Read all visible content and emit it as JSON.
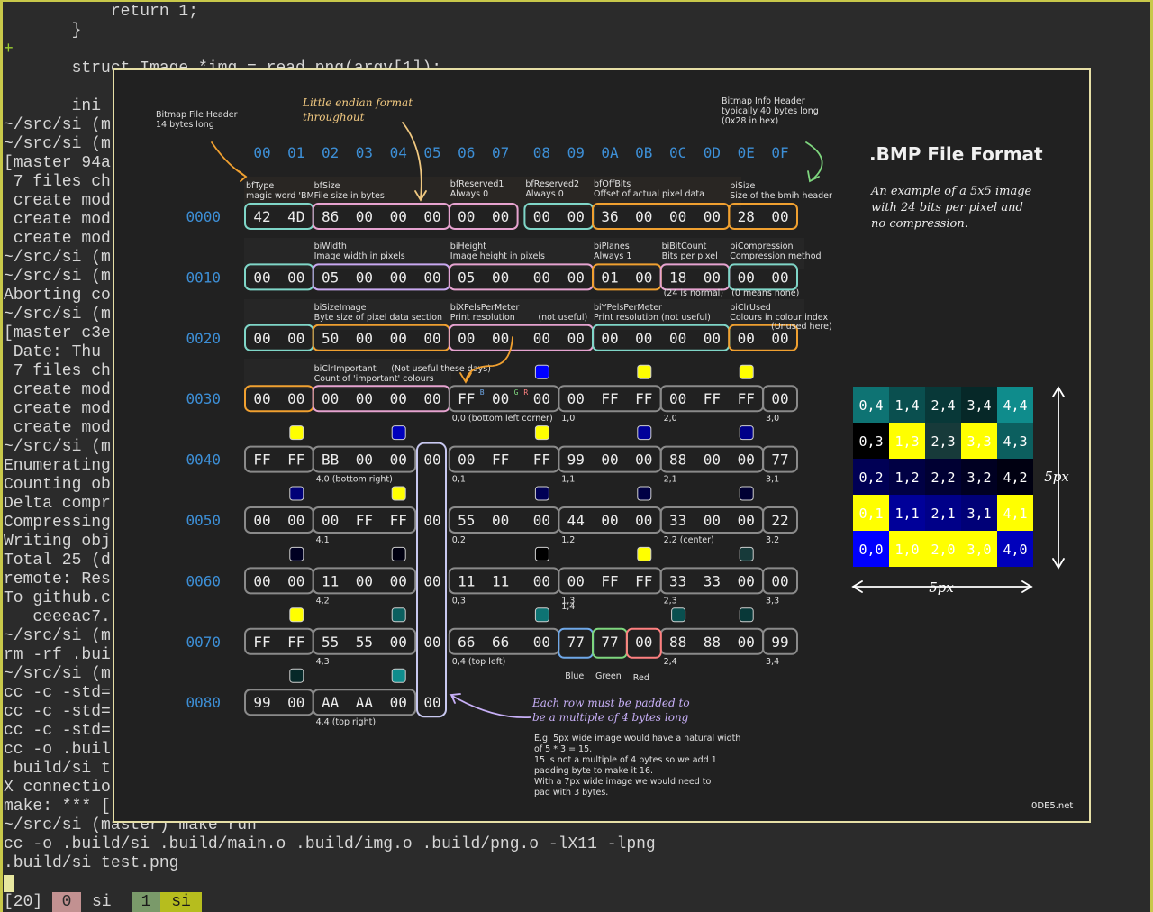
{
  "terminal": {
    "lines": [
      "           return 1;",
      "       }",
      "+",
      "       struct Image *img = read_png(argv[1]);",
      "",
      "       ini",
      "~/src/si (m",
      "~/src/si (m",
      "[master 94a",
      " 7 files ch",
      " create mod",
      " create mod",
      " create mod",
      "~/src/si (m",
      "~/src/si (m",
      "Aborting co",
      "~/src/si (m",
      "[master c3e",
      " Date: Thu ",
      " 7 files ch",
      " create mod",
      " create mod",
      " create mod",
      "~/src/si (m",
      "Enumerating",
      "Counting ob",
      "Delta compr",
      "Compressing",
      "Writing obj",
      "Total 25 (d",
      "remote: Res",
      "To github.c",
      "   ceeeac7.",
      "~/src/si (m",
      "rm -rf .bui",
      "~/src/si (m",
      "cc -c -std=",
      "cc -c -std=",
      "cc -c -std=",
      "cc -o .buil",
      ".build/si t",
      "X connectio",
      "make: *** [",
      "~/src/si (master) make run",
      "cc -o .build/si .build/main.o .build/img.o .build/png.o -lX11 -lpng",
      ".build/si test.png"
    ]
  },
  "status_bar": {
    "session": "[20]",
    "win0_index": "0",
    "win0_name": "si",
    "win1_index": "1",
    "win1_name": "si"
  },
  "image": {
    "title": ".BMP File Format",
    "description": [
      "An example of a 5x5 image",
      "with 24 bits per pixel and",
      "no compression."
    ],
    "credit": "0DE5.net",
    "column_headers": [
      "00",
      "01",
      "02",
      "03",
      "04",
      "05",
      "06",
      "07",
      "08",
      "09",
      "0A",
      "0B",
      "0C",
      "0D",
      "0E",
      "0F"
    ],
    "row_headers": [
      "0000",
      "0010",
      "0020",
      "0030",
      "0040",
      "0050",
      "0060",
      "0070",
      "0080"
    ],
    "rows": [
      [
        "42",
        "4D",
        "86",
        "00",
        "00",
        "00",
        "00",
        "00",
        "00",
        "00",
        "36",
        "00",
        "00",
        "00",
        "28",
        "00"
      ],
      [
        "00",
        "00",
        "05",
        "00",
        "00",
        "00",
        "05",
        "00",
        "00",
        "00",
        "01",
        "00",
        "18",
        "00",
        "00",
        "00"
      ],
      [
        "00",
        "00",
        "50",
        "00",
        "00",
        "00",
        "00",
        "00",
        "00",
        "00",
        "00",
        "00",
        "00",
        "00",
        "00",
        "00"
      ],
      [
        "00",
        "00",
        "00",
        "00",
        "00",
        "00",
        "FF",
        "00",
        "00",
        "00",
        "FF",
        "FF",
        "00",
        "FF",
        "FF",
        "00"
      ],
      [
        "FF",
        "FF",
        "BB",
        "00",
        "00",
        "00",
        "00",
        "FF",
        "FF",
        "99",
        "00",
        "00",
        "88",
        "00",
        "00",
        "77"
      ],
      [
        "00",
        "00",
        "00",
        "FF",
        "FF",
        "00",
        "55",
        "00",
        "00",
        "44",
        "00",
        "00",
        "33",
        "00",
        "00",
        "22"
      ],
      [
        "00",
        "00",
        "11",
        "00",
        "00",
        "00",
        "11",
        "11",
        "00",
        "00",
        "FF",
        "FF",
        "33",
        "33",
        "00",
        "00"
      ],
      [
        "FF",
        "FF",
        "55",
        "55",
        "00",
        "00",
        "66",
        "66",
        "00",
        "77",
        "77",
        "00",
        "88",
        "88",
        "00",
        "99"
      ],
      [
        "99",
        "00",
        "AA",
        "AA",
        "00",
        "00"
      ]
    ],
    "annotations": {
      "file_header": [
        "Bitmap File Header",
        "14 bytes long"
      ],
      "little_endian": [
        "Little endian format",
        "throughout"
      ],
      "info_header": [
        "Bitmap Info Header",
        "typically 40 bytes long",
        "(0x28 in hex)"
      ],
      "bfType": [
        "bfType",
        "magic word 'BM'"
      ],
      "bfSize": [
        "bfSize",
        "File size in bytes"
      ],
      "bfReserved1": [
        "bfReserved1",
        "Always 0"
      ],
      "bfReserved2": [
        "bfReserved2",
        "Always 0"
      ],
      "bfOffBits": [
        "bfOffBits",
        "Offset of actual pixel data"
      ],
      "biSize": [
        "biSize",
        "Size of the bmih header"
      ],
      "biWidth": [
        "biWidth",
        "Image width in pixels"
      ],
      "biHeight": [
        "biHeight",
        "Image height in pixels"
      ],
      "biPlanes": [
        "biPlanes",
        "Always 1"
      ],
      "biBitCount": [
        "biBitCount",
        "Bits per pixel"
      ],
      "biBitCount_note": "(24 is normal)",
      "biCompression": [
        "biCompression",
        "Compression method"
      ],
      "biCompression_note": "(0 means none)",
      "biSizeImage": [
        "biSizeImage",
        "Byte size of pixel data section"
      ],
      "biXPelsPerMeter": [
        "biXPelsPerMeter",
        "Print resolution"
      ],
      "not_useful": "(not useful)",
      "biYPelsPerMeter": [
        "biYPelsPerMeter",
        "Print resolution (not useful)"
      ],
      "biClrUsed": [
        "biClrUsed",
        "Colours in colour index"
      ],
      "unused_here": "(Unused here)",
      "biClrImportant": [
        "biClrImportant",
        "Count of 'important' colours"
      ],
      "not_useful_days": "(Not useful these days)",
      "padding": [
        "Each row must be padded to",
        "be a multiple of 4 bytes long"
      ],
      "padding_detail": [
        "E.g. 5px wide image would have a natural width",
        "of 5 * 3 = 15.",
        "15 is not a multiple of 4 bytes so we add 1",
        "padding byte to make it 16.",
        "With a 7px wide image we would need to",
        "pad with 3 bytes."
      ],
      "blue": "Blue",
      "green": "Green",
      "red": "Red",
      "bgr_labels": [
        "B",
        "G",
        "R"
      ]
    },
    "pixel_labels": [
      {
        "t": "0,0 (bottom left corner)"
      },
      {
        "t": "1,0"
      },
      {
        "t": "2,0"
      },
      {
        "t": "3,0"
      },
      {
        "t": "4,0 (bottom right)"
      },
      {
        "t": "0,1"
      },
      {
        "t": "1,1"
      },
      {
        "t": "2,1"
      },
      {
        "t": "3,1"
      },
      {
        "t": "4,1"
      },
      {
        "t": "0,2"
      },
      {
        "t": "1,2"
      },
      {
        "t": "2,2 (center)"
      },
      {
        "t": "3,2"
      },
      {
        "t": "4,2"
      },
      {
        "t": "0,3"
      },
      {
        "t": "1,3"
      },
      {
        "t": "2,3"
      },
      {
        "t": "3,3"
      },
      {
        "t": "4,3"
      },
      {
        "t": "0,4 (top left)"
      },
      {
        "t": "1,4"
      },
      {
        "t": "2,4"
      },
      {
        "t": "3,4"
      },
      {
        "t": "4,4 (top right)"
      }
    ],
    "grid": {
      "rows": [
        [
          {
            "l": "0,4",
            "c": "#0e7373"
          },
          {
            "l": "1,4",
            "c": "#0a4f4f"
          },
          {
            "l": "2,4",
            "c": "#083838"
          },
          {
            "l": "3,4",
            "c": "#062828"
          },
          {
            "l": "4,4",
            "c": "#0f8c8c"
          }
        ],
        [
          {
            "l": "0,3",
            "c": "#000000"
          },
          {
            "l": "1,3",
            "c": "#ffff00"
          },
          {
            "l": "2,3",
            "c": "#173a3a"
          },
          {
            "l": "3,3",
            "c": "#ffff00"
          },
          {
            "l": "4,3",
            "c": "#0c5f5f"
          }
        ],
        [
          {
            "l": "0,2",
            "c": "#000055"
          },
          {
            "l": "1,2",
            "c": "#000044"
          },
          {
            "l": "2,2",
            "c": "#000033"
          },
          {
            "l": "3,2",
            "c": "#000022"
          },
          {
            "l": "4,2",
            "c": "#000011"
          }
        ],
        [
          {
            "l": "0,1",
            "c": "#ffff00"
          },
          {
            "l": "1,1",
            "c": "#000099"
          },
          {
            "l": "2,1",
            "c": "#000088"
          },
          {
            "l": "3,1",
            "c": "#000077"
          },
          {
            "l": "4,1",
            "c": "#ffff00"
          }
        ],
        [
          {
            "l": "0,0",
            "c": "#0000ff"
          },
          {
            "l": "1,0",
            "c": "#ffff00"
          },
          {
            "l": "2,0",
            "c": "#ffff00"
          },
          {
            "l": "3,0",
            "c": "#ffff00"
          },
          {
            "l": "4,0",
            "c": "#0000bb"
          }
        ]
      ],
      "height_label": "5px",
      "width_label": "5px"
    },
    "colors": {
      "orange": "#f0a030",
      "pink": "#e6a3d0",
      "teal": "#7fd6c8",
      "purple": "#c8a8f0",
      "cyan_hdr": "#3d8fd6",
      "green_note": "#7ed67e",
      "gray_box": "#8a8a8a"
    }
  }
}
